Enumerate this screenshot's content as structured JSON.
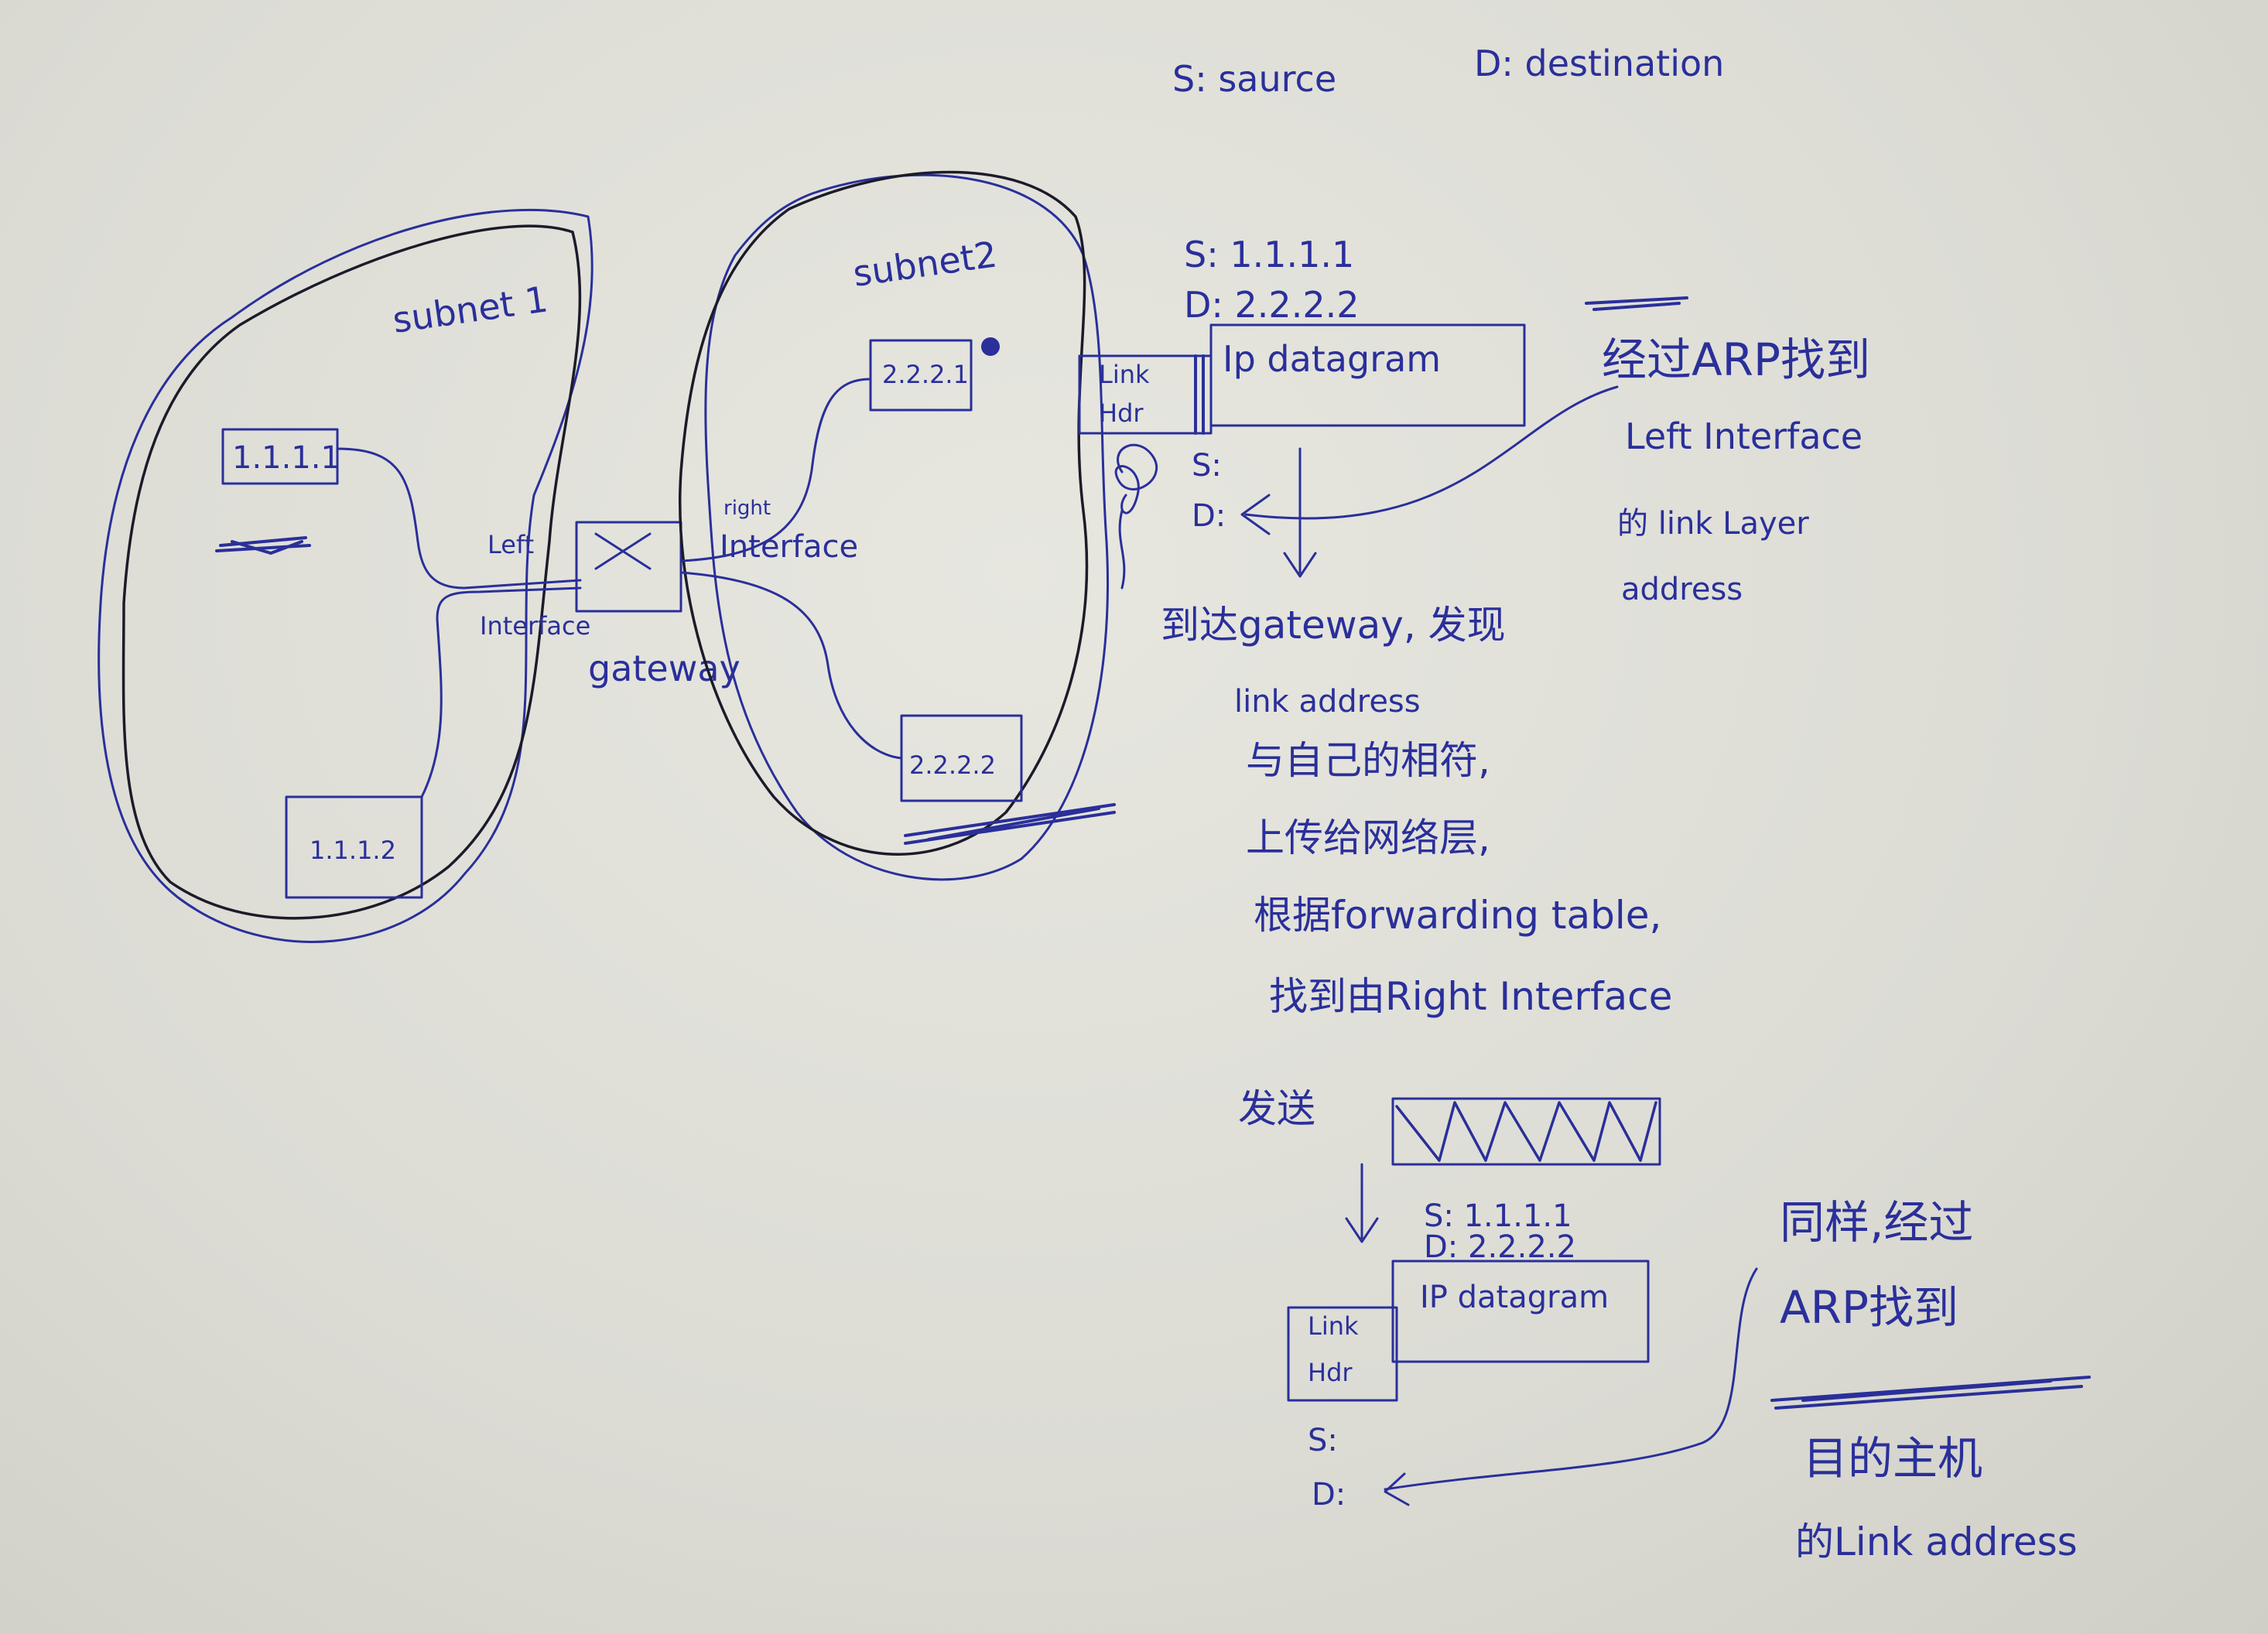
{
  "legend": {
    "source": "S: saurce",
    "destination": "D: destination"
  },
  "subnet1": {
    "label": "subnet 1",
    "hosts": [
      "1.1.1.1",
      "1.1.1.2"
    ]
  },
  "subnet2": {
    "label": "subnet2",
    "hosts": [
      "2.2.2.1",
      "2.2.2.2"
    ]
  },
  "gateway": {
    "label": "gateway",
    "left_interface": [
      "Left",
      "Interface"
    ],
    "right_interface": [
      "right",
      "Interface"
    ]
  },
  "frame1": {
    "source_ip": "S: 1.1.1.1",
    "dest_ip": "D: 2.2.2.2",
    "link_hdr": [
      "Link",
      "Hdr"
    ],
    "payload": "Ip datagram",
    "link_src": "S:",
    "link_dst": "D:"
  },
  "note_arp1": {
    "lines": [
      "经过ARP找到",
      "Left Interface",
      "的 link Layer",
      "address"
    ]
  },
  "process_steps": [
    "到达gateway, 发现",
    "link address",
    "与自己的相符,",
    "上传给网络层,",
    "根据forwarding table,",
    "找到由Right Interface",
    "发送"
  ],
  "frame2": {
    "source_ip": "S: 1.1.1.1",
    "dest_ip": "D: 2.2.2.2",
    "link_hdr": [
      "Link",
      "Hdr"
    ],
    "payload": "IP datagram",
    "link_src": "S:",
    "link_dst": "D:"
  },
  "note_arp2": {
    "lines": [
      "同样,经过",
      "ARP找到",
      "目的主机",
      "的Link address"
    ]
  }
}
